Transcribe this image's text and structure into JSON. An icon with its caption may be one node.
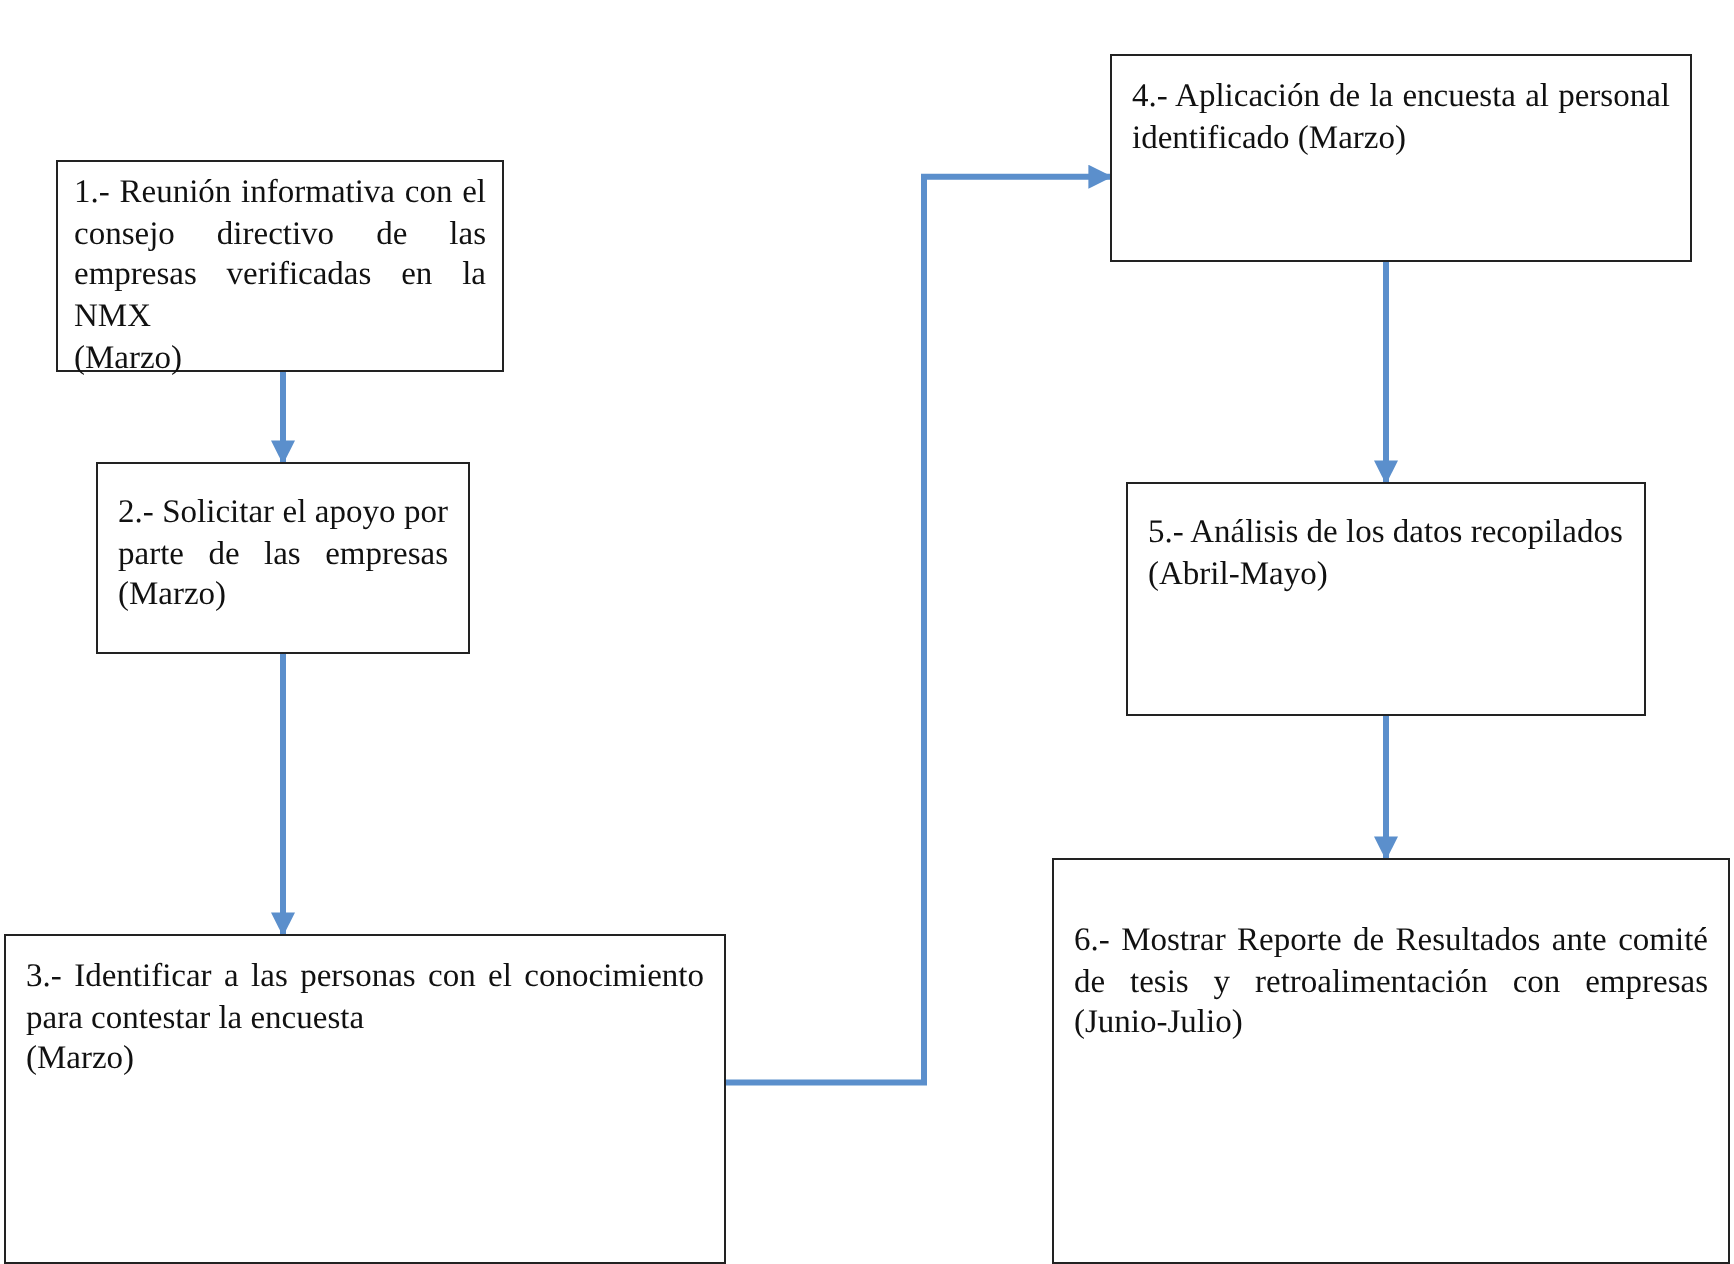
{
  "diagram": {
    "nodes": [
      {
        "text": [
          "1.- Reunión informativa con el consejo directivo de las empresas verificadas en la NMX",
          "(Marzo)"
        ]
      },
      {
        "text": [
          "2.- Solicitar el apoyo por parte de las empresas (Marzo)"
        ]
      },
      {
        "text": [
          "3.- Identificar a las personas con el conocimiento para contestar la encuesta",
          "(Marzo)"
        ]
      },
      {
        "text": [
          "4.- Aplicación de la encuesta al personal identificado (Marzo)"
        ]
      },
      {
        "text": [
          "5.- Análisis de los datos recopilados",
          "(Abril-Mayo)"
        ]
      },
      {
        "text": [
          "6.- Mostrar Reporte de Resultados ante comité de tesis y retroalimentación con empresas (Junio-Julio)"
        ]
      }
    ],
    "edges": [
      {
        "from": 0,
        "to": 1,
        "arrow": "to"
      },
      {
        "from": 1,
        "to": 2,
        "arrow": "to"
      },
      {
        "from": 2,
        "to": 3,
        "arrow": "to"
      },
      {
        "from": 3,
        "to": 4,
        "arrow": "to"
      },
      {
        "from": 4,
        "to": 5,
        "arrow": "to"
      }
    ]
  }
}
